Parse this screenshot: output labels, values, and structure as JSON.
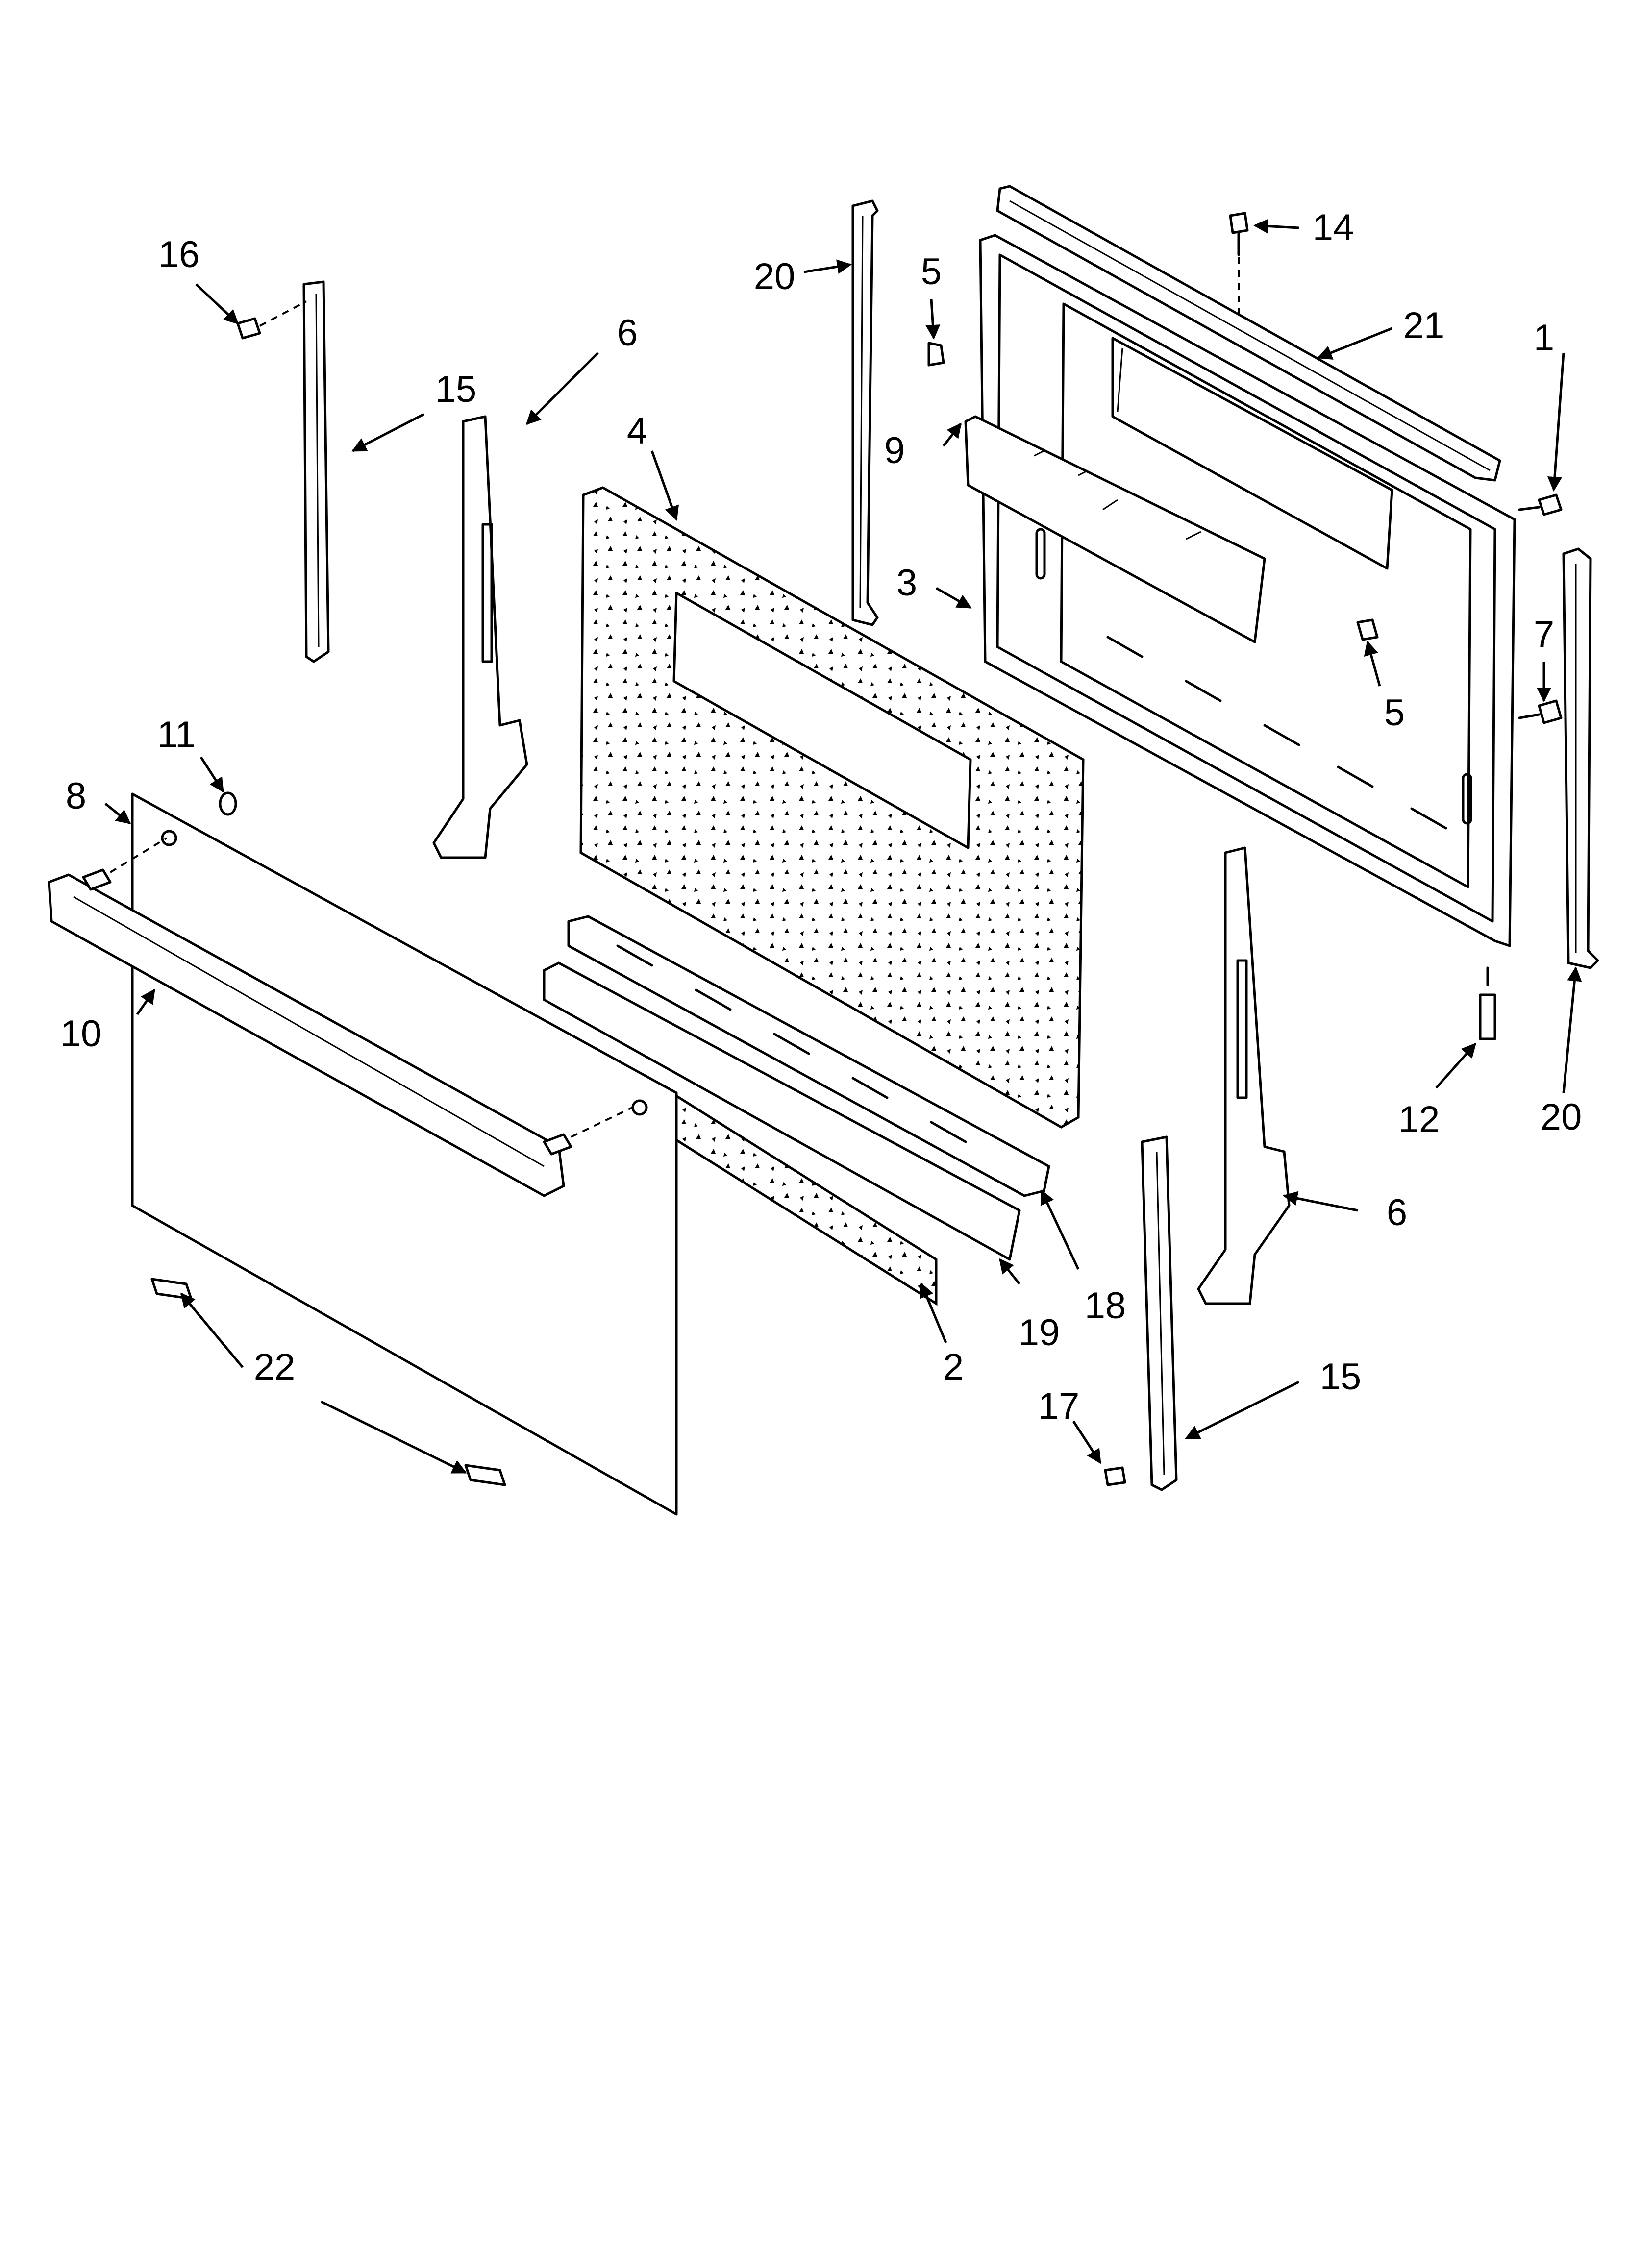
{
  "diagram": {
    "callouts": [
      {
        "id": "c1",
        "label": "1"
      },
      {
        "id": "c2",
        "label": "2"
      },
      {
        "id": "c3",
        "label": "3"
      },
      {
        "id": "c4",
        "label": "4"
      },
      {
        "id": "c5a",
        "label": "5"
      },
      {
        "id": "c5b",
        "label": "5"
      },
      {
        "id": "c6a",
        "label": "6"
      },
      {
        "id": "c6b",
        "label": "6"
      },
      {
        "id": "c7",
        "label": "7"
      },
      {
        "id": "c8",
        "label": "8"
      },
      {
        "id": "c9",
        "label": "9"
      },
      {
        "id": "c10",
        "label": "10"
      },
      {
        "id": "c11",
        "label": "11"
      },
      {
        "id": "c12",
        "label": "12"
      },
      {
        "id": "c14",
        "label": "14"
      },
      {
        "id": "c15a",
        "label": "15"
      },
      {
        "id": "c15b",
        "label": "15"
      },
      {
        "id": "c16",
        "label": "16"
      },
      {
        "id": "c17",
        "label": "17"
      },
      {
        "id": "c18",
        "label": "18"
      },
      {
        "id": "c19",
        "label": "19"
      },
      {
        "id": "c2b",
        "label": "20"
      },
      {
        "id": "c20b",
        "label": "20"
      },
      {
        "id": "c21",
        "label": "21"
      },
      {
        "id": "c22",
        "label": "22"
      }
    ]
  }
}
